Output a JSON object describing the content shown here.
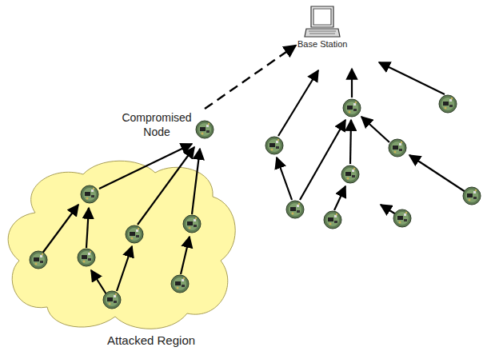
{
  "diagram": {
    "nodes": [
      {
        "text": [
          "Attacked Region"
        ]
      },
      {
        "text": [
          "Compromised Node"
        ]
      },
      {
        "text": [
          "Base Station"
        ]
      }
    ],
    "edges": [
      {
        "from": 1,
        "to": 2,
        "arrow": "to"
      }
    ]
  }
}
